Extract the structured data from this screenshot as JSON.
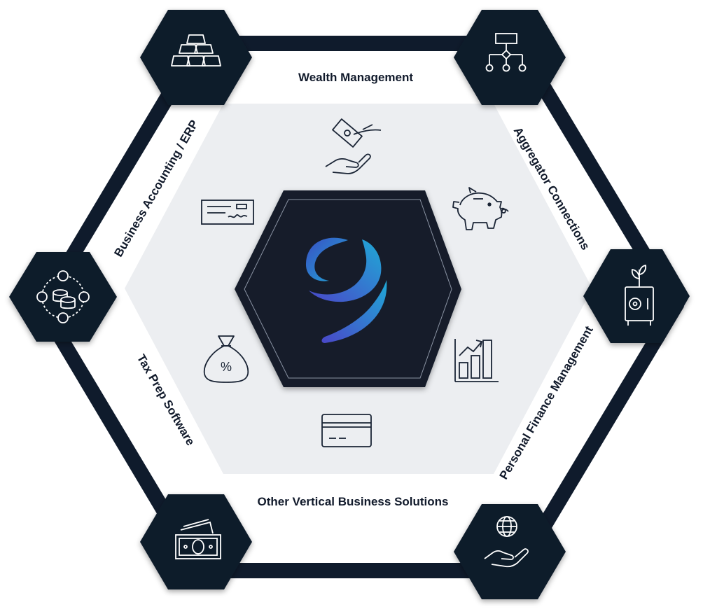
{
  "diagram": {
    "segments": {
      "top": "Wealth Management",
      "top_right": "Aggregator Connections",
      "bottom_right": "Personal Finance Management",
      "bottom": "Other Vertical Business Solutions",
      "bottom_left": "Tax Prep Software",
      "top_left": "Business Accounting / ERP"
    },
    "corner_icons": {
      "top_left": "gold-bars-icon",
      "top_right": "org-chart-icon",
      "right": "safe-with-plant-icon",
      "bottom_right": "globe-in-hand-icon",
      "bottom_left": "banknotes-icon",
      "left": "coin-network-icon"
    },
    "inner_icons": [
      "money-hand-icon",
      "piggy-bank-icon",
      "growth-chart-icon",
      "credit-card-icon",
      "money-bag-percent-icon",
      "check-icon"
    ],
    "center": "logo-icon",
    "colors": {
      "navy": "#0f1b2c",
      "inner_fill": "#eceef1",
      "center_fill": "#121b2b",
      "logo_light": "#1fa9d6",
      "logo_dark": "#3a4fc4"
    }
  }
}
